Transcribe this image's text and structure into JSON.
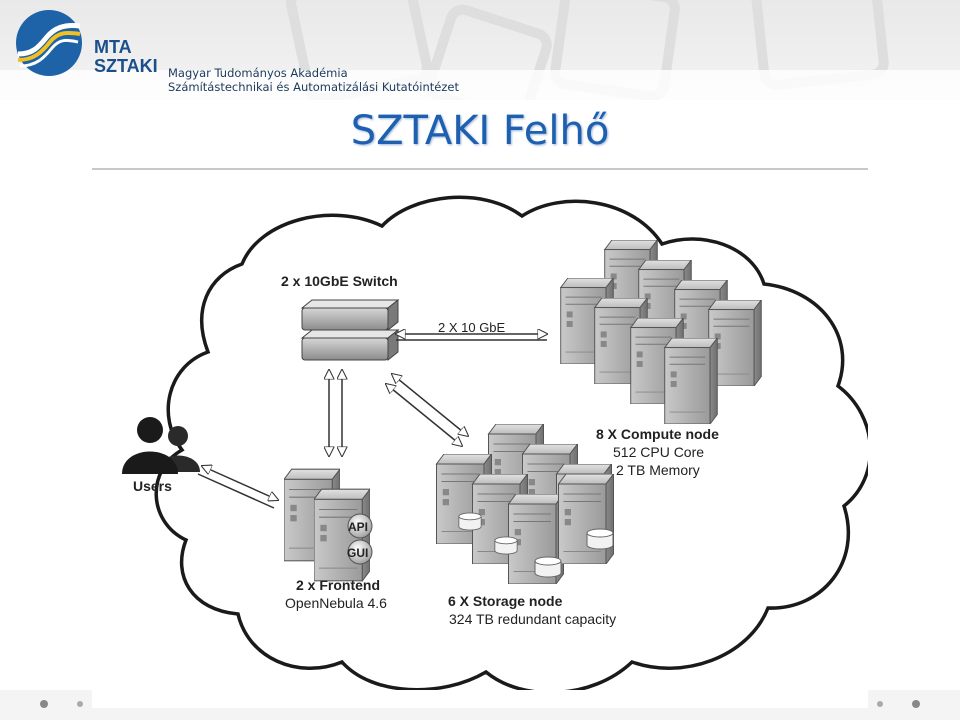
{
  "header": {
    "logo_line1": "MTA",
    "logo_line2": "SZTAKI",
    "institute_line1": "Magyar Tudományos Akadémia",
    "institute_line2": "Számítástechnikai és Automatizálási Kutatóintézet"
  },
  "slide": {
    "title": "SZTAKI Felhő"
  },
  "diagram": {
    "switch_label": "2 x 10GbE Switch",
    "link_label": "2 X 10 GbE",
    "compute_title": "8 X Compute node",
    "compute_line1": "512 CPU Core",
    "compute_line2": "2 TB Memory",
    "users_label": "Users",
    "frontend_title": "2 x Frontend",
    "frontend_line1": "OpenNebula 4.6",
    "api_badge": "API",
    "gui_badge": "GUI",
    "storage_title": "6 X Storage node",
    "storage_line1": "324 TB redundant capacity",
    "icons": [
      "network-switch-icon",
      "server-tower-icon",
      "users-icon",
      "disk-cylinder-icon",
      "globe-icon"
    ]
  },
  "colors": {
    "brand_blue": "#1f5fb0",
    "logo_circle": "#1e63a8",
    "logo_stripe": "#f2c020",
    "server_grey": "#9a9a9a"
  }
}
